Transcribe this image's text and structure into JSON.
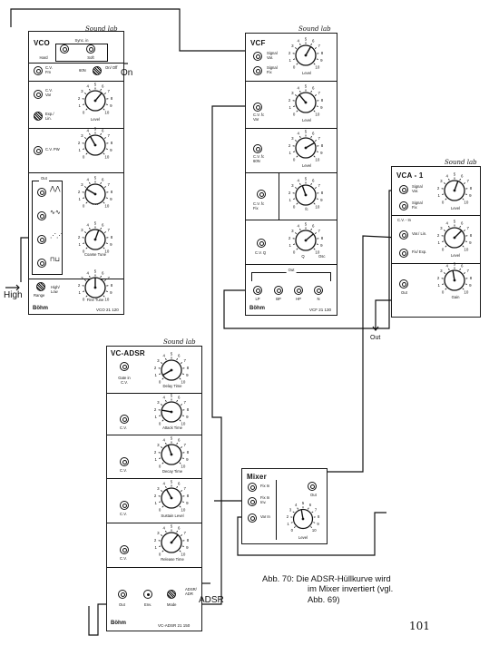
{
  "brand": "Sound lab",
  "maker": "Böhm",
  "vco": {
    "title": "VCO",
    "model": "VCO 21 120",
    "sync_label": "Sync. in",
    "hard": "Hard",
    "soft": "Soft",
    "cv_fm": "C.V. Fm",
    "knob_60n": "60N",
    "on_off": "On/ Off",
    "cv_var": "C.V. Var",
    "exp_lin": "Exp./ Lin.",
    "level": "Level",
    "cv_pw": "C.V. PW",
    "out": "Out",
    "pw": "PW",
    "coarse_tune": "Coarse Tune",
    "range": "Range",
    "high_low": "High/ Low",
    "fine_tune": "Fine Tune"
  },
  "vcf": {
    "title": "VCF",
    "model": "VCF 21 130",
    "signal_var": "Signal Var.",
    "signal_fix": "Signal Fix",
    "level": "Level",
    "cv_fc_var": "C.V. fc Var",
    "cv_fc_60n": "C.V. fc 60N",
    "cv_fc_fix": "C.V. fc Fix",
    "fc": "fc",
    "cv_q": "C.V. Q",
    "q": "Q",
    "osc": "Osc",
    "out": "Out",
    "lp": "LP",
    "bp": "BP",
    "hp": "HP",
    "n": "N"
  },
  "vca": {
    "title": "VCA - 1",
    "signal_var": "Signal Var.",
    "signal_fix": "Signal Fix",
    "level": "Level",
    "cv_in": "C.V. - In",
    "var_lin": "Var./ Lin.",
    "fix_exp": "Fix/ Exp.",
    "out": "Out",
    "gain": "Gain"
  },
  "adsr": {
    "title": "VC-ADSR",
    "model": "VC-ADSR 21 150",
    "gate_in_cv": "Gate in C.V.",
    "delay_time": "Delay Time",
    "attack_time": "Attack Time",
    "decay_time": "Decay Time",
    "sustain_level": "Sustain Level",
    "release_time": "Release Time",
    "cv": "C.V.",
    "out": "Out",
    "env": "Env.",
    "mode": "Mode",
    "adsr_adr": "ADSR/ ADR"
  },
  "mixer": {
    "title": "Mixer",
    "fix_in_1": "Fix In",
    "fix_in_2": "Fix In Inv.",
    "var_in": "Var In",
    "out": "Out",
    "level": "Level"
  },
  "annotations": {
    "on": "On",
    "high": "High",
    "out": "Out",
    "adsr": "ADSR"
  },
  "caption": {
    "line1": "Abb. 70:  Die ADSR-Hüllkurve wird",
    "line2": "im Mixer invertiert (vgl.",
    "line3": "Abb. 69)"
  },
  "page_number": "101"
}
